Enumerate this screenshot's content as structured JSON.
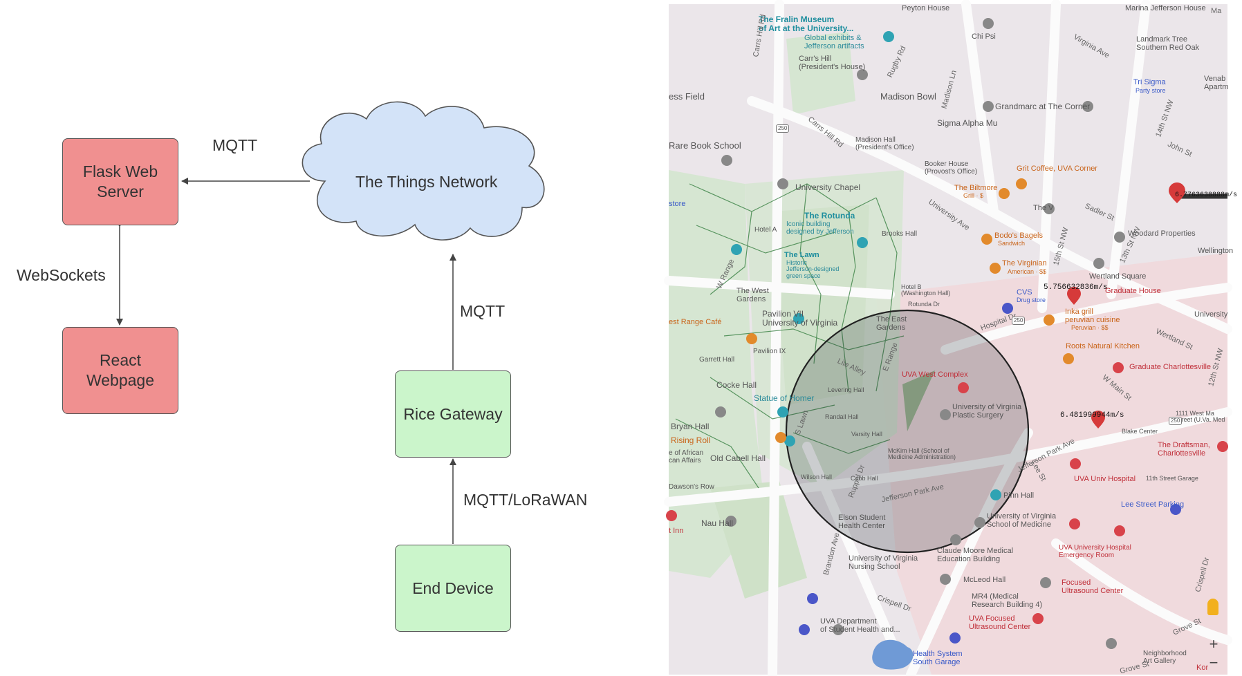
{
  "diagram": {
    "flask": "Flask Web\nServer",
    "react": "React\nWebpage",
    "ttn": "The Things Network",
    "gateway": "Rice Gateway",
    "end_device": "End Device",
    "edge_mqtt_top": "MQTT",
    "edge_websockets": "WebSockets",
    "edge_mqtt_right": "MQTT",
    "edge_mqtt_lorawan": "MQTT/LoRaWAN"
  },
  "map": {
    "labels": {
      "peyton": "Peyton House",
      "fralin": "The Fralin Museum\nof Art at the University...",
      "fralin_sub": "Global exhibits &\nJefferson artifacts",
      "carrs_hill": "Carr's Hill\n(President's House)",
      "chi_psi": "Chi Psi",
      "jefferson_house": "Marina Jefferson House",
      "landmark_tree": "Landmark Tree\nSouthern Red Oak",
      "tri_sigma": "Tri Sigma",
      "tri_sigma_sub": "Party store",
      "venable": "Venab\nApartm",
      "field": "ess Field",
      "madison_bowl": "Madison Bowl",
      "grandmarc": "Grandmarc at The Corner",
      "sigma_alpha_mu": "Sigma Alpha Mu",
      "rare_book": "Rare Book School",
      "madison_hall": "Madison Hall\n(President's Office)",
      "booker_house": "Booker House\n(Provost's Office)",
      "grit_coffee": "Grit Coffee, UVA Corner",
      "biltmore": "The Biltmore",
      "biltmore_sub": "Grill · $",
      "university_chapel": "University Chapel",
      "the_v": "The V",
      "store": "store",
      "rotunda": "The Rotunda",
      "rotunda_sub": "Iconic building\ndesigned by Jefferson",
      "hotel_a": "Hotel A",
      "brooks_hall": "Brooks Hall",
      "bodos": "Bodo's Bagels",
      "bodos_sub": "Sandwich",
      "woodard": "Woodard Properties",
      "wellington": "Wellington",
      "lawn": "The Lawn",
      "lawn_sub": "Historic\nJefferson-designed\ngreen space",
      "virginian": "The Virginian",
      "virginian_sub": "American · $$",
      "wertland_square": "Wertland Square",
      "west_gardens": "The West\nGardens",
      "hotel_b": "Hotel B\n(Washington Hall)",
      "rotunda_dr": "Rotunda Dr",
      "cvs": "CVS",
      "cvs_sub": "Drug store",
      "speed_1": "5.756632836m/s",
      "graduate_house": "Graduate House",
      "pavilion_vii": "Pavilion VII\nUniversity of Virginia",
      "east_gardens": "The East\nGardens",
      "range_cafe": "est Range Café",
      "peruvian": "Inka grill\nperuvian cuisine",
      "peruvian_sub": "Peruvian · $$",
      "university": "University",
      "garrett_hall": "Garrett Hall",
      "pavilion_ix": "Pavilion IX",
      "roots": "Roots Natural Kitchen",
      "graduate_cville": "Graduate Charlottesville",
      "cocke_hall": "Cocke Hall",
      "uva_west": "UVA West Complex",
      "levering": "Levering Hall",
      "statue_homer": "Statue of Homer",
      "plastic_surgery": "University of Virginia\nPlastic Surgery",
      "speed_2": "6.481999944m/s",
      "west_main": "1111 West Ma\nStreet (U.Va. Med",
      "bryan_hall": "Bryan Hall",
      "rising_roll": "Rising Roll",
      "randall": "Randall Hall",
      "varsity": "Varsity Hall",
      "blake": "Blake Center",
      "draftsman": "The Draftsman,\nCharlottesville",
      "african": "e of African\ncan Affairs",
      "old_cabell": "Old Cabell Hall",
      "mckim": "McKim Hall (School of\nMedicine Administration)",
      "uva_hospital": "UVA Univ Hospital",
      "11th_garage": "11th Street Garage",
      "dawson": "Dawson's Row",
      "wilson": "Wilson Hall",
      "cobb": "Cobb Hall",
      "jefferson_park": "Jefferson Park Ave",
      "jpa_2": "Jefferson Park Ave",
      "pinn": "Pinn Hall",
      "lee_street": "Lee Street Parking",
      "nau_hall": "Nau Hall",
      "elson": "Elson Student\nHealth Center",
      "school_medicine": "University of Virginia\nSchool of Medicine",
      "t_inn": "t Inn",
      "claude_moore": "Claude Moore Medical\nEducation Building",
      "emergency": "UVA University Hospital\nEmergency Room",
      "nursing": "University of Virginia\nNursing School",
      "mcleod": "McLeod Hall",
      "focused": "Focused\nUltrasound Center",
      "mr4": "MR4 (Medical\nResearch Building 4)",
      "uva_focused": "UVA Focused\nUltrasound Center",
      "student_health": "UVA Department\nof Student Health and...",
      "health_garage": "Health System\nSouth Garage",
      "neighborhood_art": "Neighborhood\nArt Gallery",
      "university_ave": "University Ave",
      "w_main": "W Main St",
      "hospital_dr": "Hospital Dr",
      "crispell": "Crispell Dr",
      "brandon": "Brandon Ave",
      "lee_st": "Lee St",
      "rugby": "Rugby Rd",
      "madison_ln": "Madison Ln",
      "carrs_hill_rd": "Carrs Hill Rd",
      "carrs_hill_rd2": "Carrs Hill Rd",
      "w_range": "W Range",
      "e_range": "E Range",
      "s_lawn": "S Lawn",
      "ruppel": "Ruppel Dr",
      "lile": "Lile Alley",
      "virginia_ave": "Virginia Ave",
      "john_st": "John St",
      "14th": "14th St NW",
      "15th": "15th St NW",
      "13th": "13th St NW",
      "12th": "12th St NW",
      "sadler": "Sadler St",
      "wertland_st": "Wertland St",
      "grove_st": "Grove St",
      "grove_st2": "Grove St",
      "crispell_2": "Crispell Dr",
      "kor": "Kor",
      "uva_ln": "Ma",
      "speed_3": "6.7763638888m/s"
    },
    "route_250": "250",
    "zoom_in": "+",
    "zoom_out": "−",
    "colors": {
      "park": "#d8e6d2",
      "campus": "#c9dcc3",
      "road": "#fbfbfb",
      "hospital_area": "#f3d6d9",
      "marker_red": "#d63a3a",
      "circle_fill": "rgba(30,40,50,0.22)",
      "circle_stroke": "#222222"
    }
  }
}
